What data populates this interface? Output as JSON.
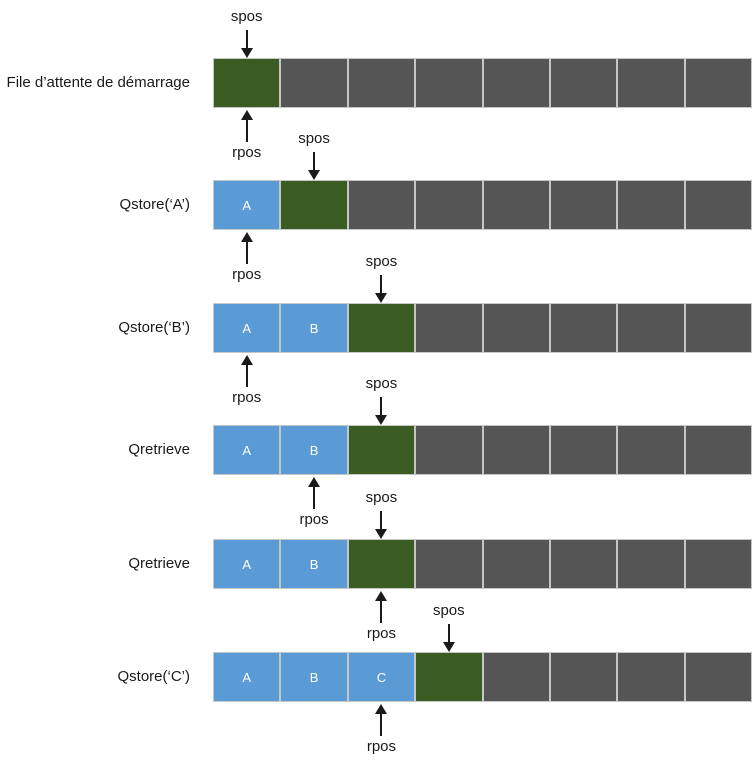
{
  "labels": {
    "spos": "spos",
    "rpos": "rpos"
  },
  "colors": {
    "filled_cell": "#5b9bd5",
    "store_cell": "#3a5b22",
    "empty_cell": "#555555",
    "cell_letter": "#ffffff",
    "divider": "#c6c6c6",
    "arrow": "#1a1a1a"
  },
  "queue_capacity": 8,
  "rows": [
    {
      "label": "File d’attente de démarrage",
      "filled": [],
      "spos_cell": 0,
      "rpos_cell": 0
    },
    {
      "label": "Qstore(‘A’)",
      "filled": [
        "A"
      ],
      "spos_cell": 1,
      "rpos_cell": 0
    },
    {
      "label": "Qstore(‘B’)",
      "filled": [
        "A",
        "B"
      ],
      "spos_cell": 2,
      "rpos_cell": 0
    },
    {
      "label": "Qretrieve",
      "filled": [
        "A",
        "B"
      ],
      "spos_cell": 2,
      "rpos_cell": 1
    },
    {
      "label": "Qretrieve",
      "filled": [
        "A",
        "B"
      ],
      "spos_cell": 2,
      "rpos_cell": 2
    },
    {
      "label": "Qstore(‘C’)",
      "filled": [
        "A",
        "B",
        "C"
      ],
      "spos_cell": 3,
      "rpos_cell": 2
    }
  ]
}
